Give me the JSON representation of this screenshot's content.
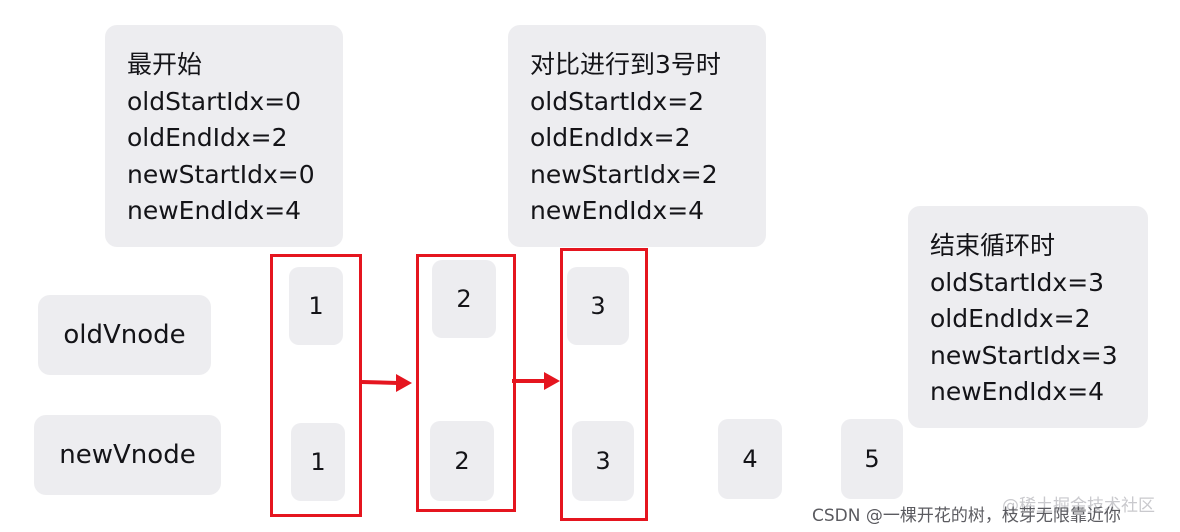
{
  "info_boxes": [
    {
      "lines": [
        "最开始",
        "oldStartIdx=0",
        "oldEndIdx=2",
        "newStartIdx=0",
        "newEndIdx=4"
      ]
    },
    {
      "lines": [
        "对比进行到3号时",
        "oldStartIdx=2",
        "oldEndIdx=2",
        "newStartIdx=2",
        "newEndIdx=4"
      ]
    },
    {
      "lines": [
        "结束循环时",
        "oldStartIdx=3",
        "oldEndIdx=2",
        "newStartIdx=3",
        "newEndIdx=4"
      ]
    }
  ],
  "row_labels": {
    "old": "oldVnode",
    "new": "newVnode"
  },
  "old_nodes": [
    "1",
    "2",
    "3"
  ],
  "new_nodes": [
    "1",
    "2",
    "3",
    "4",
    "5"
  ],
  "colors": {
    "highlight": "#e5151f",
    "box": "#ededf0"
  },
  "watermark": {
    "text": "CSDN @一棵开花的树，枝芽无限靠近你",
    "faint_text": "@稀土掘金技术社区"
  }
}
